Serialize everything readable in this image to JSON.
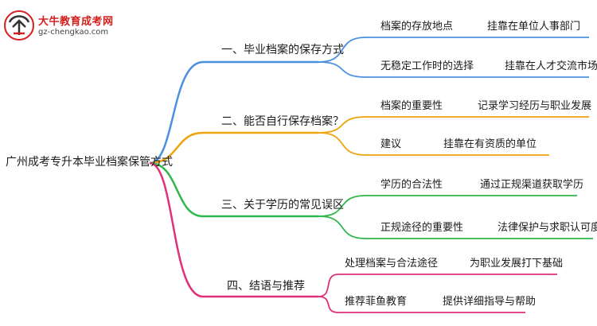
{
  "logo": {
    "title": "大牛教育成考网",
    "url": "gz-chengkao.com"
  },
  "root": "广州成考专升本毕业档案保管方式",
  "branches": [
    {
      "label": "一、毕业档案的保存方式",
      "color": "#4a90e2",
      "rows": [
        [
          "档案的存放地点",
          "挂靠在单位人事部门"
        ],
        [
          "无稳定工作时的选择",
          "挂靠在人才交流市场"
        ]
      ]
    },
    {
      "label": "二、能否自行保存档案？",
      "color": "#f0a30a",
      "rows": [
        [
          "档案的重要性",
          "记录学习经历与职业发展"
        ],
        [
          "建议",
          "挂靠在有资质的单位"
        ]
      ]
    },
    {
      "label": "三、关于学历的常见误区",
      "color": "#2eb84b",
      "rows": [
        [
          "学历的合法性",
          "通过正规渠道获取学历"
        ],
        [
          "正规途径的重要性",
          "法律保护与求职认可度"
        ]
      ]
    },
    {
      "label": "四、结语与推荐",
      "color": "#e0307a",
      "rows": [
        [
          "处理档案与合法途径",
          "为职业发展打下基础"
        ],
        [
          "推荐菲鱼教育",
          "提供详细指导与帮助"
        ]
      ]
    }
  ]
}
